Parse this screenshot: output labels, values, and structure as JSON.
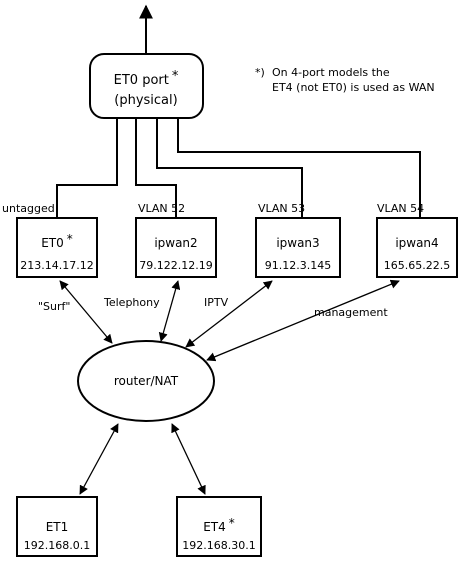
{
  "colors": {
    "stroke": "#000000",
    "background": "#ffffff"
  },
  "note": {
    "marker": "*)",
    "line1": "On 4-port models the",
    "line2": "ET4 (not ET0) is used as WAN"
  },
  "physical_port": {
    "line1": "ET0 port",
    "star": "*",
    "line2": "(physical)"
  },
  "wan_interfaces": [
    {
      "tag": "untagged",
      "name": "ET0",
      "star": "*",
      "ip": "213.14.17.12",
      "service": "\"Surf\""
    },
    {
      "tag": "VLAN 52",
      "name": "ipwan2",
      "star": "",
      "ip": "79.122.12.19",
      "service": "Telephony"
    },
    {
      "tag": "VLAN 53",
      "name": "ipwan3",
      "star": "",
      "ip": "91.12.3.145",
      "service": "IPTV"
    },
    {
      "tag": "VLAN 54",
      "name": "ipwan4",
      "star": "",
      "ip": "165.65.22.5",
      "service": "management"
    }
  ],
  "router": {
    "label": "router/NAT"
  },
  "lan_interfaces": [
    {
      "name": "ET1",
      "star": "",
      "ip": "192.168.0.1"
    },
    {
      "name": "ET4",
      "star": "*",
      "ip": "192.168.30.1"
    }
  ]
}
